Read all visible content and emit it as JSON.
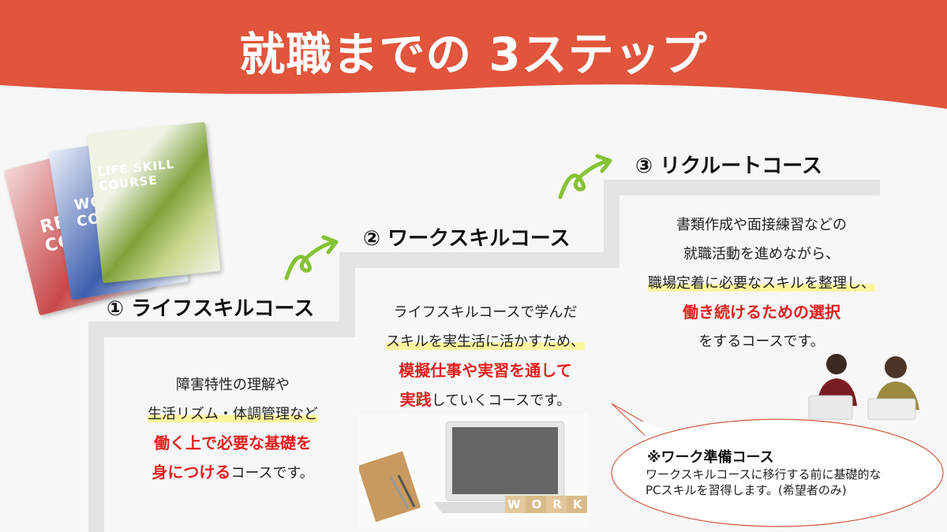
{
  "header": {
    "title": "就職までの 3ステップ"
  },
  "colors": {
    "header_bg": "#e0553c",
    "accent_red": "#e02020",
    "highlight": "#fbf59c",
    "arrow_green": "#86c232",
    "stair_gray": "#e4e4e4"
  },
  "steps": [
    {
      "title": "① ライフスキルコース",
      "lines": [
        {
          "text": "障害特性の理解や",
          "style": "normal"
        },
        {
          "text": "生活リズム・体調管理など",
          "style": "highlight"
        },
        {
          "text": "働く上で必要な基礎を",
          "style": "red"
        },
        {
          "text": "身につける",
          "style": "red",
          "suffix": "コースです。"
        }
      ]
    },
    {
      "title": "② ワークスキルコース",
      "lines": [
        {
          "text": "ライフスキルコースで学んだ",
          "style": "normal"
        },
        {
          "text": "スキルを実生活に活かすため、",
          "style": "highlight"
        },
        {
          "text": "模擬仕事や実習を通して",
          "style": "red"
        },
        {
          "text": "実践",
          "style": "red",
          "suffix": "していくコースです。"
        }
      ]
    },
    {
      "title": "③ リクルートコース",
      "lines": [
        {
          "text": "書類作成や面接練習などの",
          "style": "normal"
        },
        {
          "text": "就職活動を進めながら、",
          "style": "normal"
        },
        {
          "text": "職場定着に必要なスキルを整理し、",
          "style": "highlight"
        },
        {
          "text": "働き続けるための選択",
          "style": "red"
        },
        {
          "text": "をするコースです。",
          "style": "normal"
        }
      ]
    }
  ],
  "books": [
    "RECRUIT COURSE",
    "WORK COURSE",
    "LIFE SKILL COURSE"
  ],
  "work_blocks": "WORK",
  "note": {
    "title": "※ワーク準備コース",
    "line1": "ワークスキルコースに移行する前に基礎的な",
    "line2": "PCスキルを習得します。(希望者のみ)"
  },
  "icons": [
    "green-arrow-icon",
    "laptop-icon",
    "notebook-icon",
    "pen-icon"
  ]
}
